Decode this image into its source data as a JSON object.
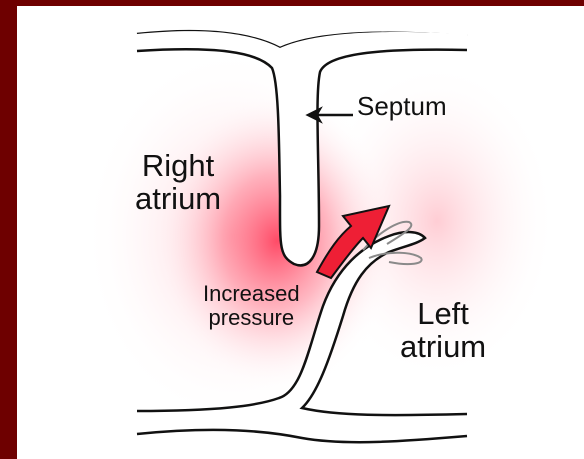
{
  "labels": {
    "septum": "Septum",
    "right_atrium": [
      "Right",
      "atrium"
    ],
    "increased_pressure": [
      "Increased",
      "pressure"
    ],
    "left_atrium": [
      "Left",
      "atrium"
    ]
  },
  "colors": {
    "frame": "#6e0000",
    "background": "#ffffff",
    "pressure_glow": "#ff4060",
    "arrow_fill": "#ee1f35",
    "outline": "#111111"
  }
}
